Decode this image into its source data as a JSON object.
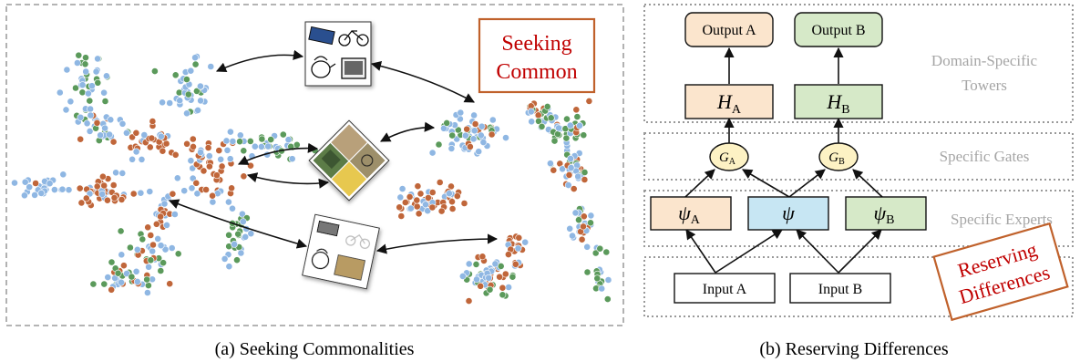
{
  "panel_a": {
    "stamp_line1": "Seeking",
    "stamp_line2": "Common",
    "caption": "(a)  Seeking Commonalities"
  },
  "panel_b": {
    "output_a": "Output A",
    "output_b": "Output B",
    "tower_label_line1": "Domain-Specific",
    "tower_label_line2": "Towers",
    "gates_label": "Specific Gates",
    "experts_label": "Specific Experts",
    "input_a": "Input A",
    "input_b": "Input B",
    "stamp_line1": "Reserving",
    "stamp_line2": "Differences",
    "caption": "(b)  Reserving Differences",
    "math": {
      "h": "H",
      "g": "G",
      "psi": "ψ",
      "sub_a": "A",
      "sub_b": "B"
    }
  },
  "colors": {
    "orange_box": "#fbe5cd",
    "green_box": "#d6e9c8",
    "blue_box": "#c7e6f3",
    "gate_fill": "#fdf2c4",
    "stamp": "#c0612b",
    "label_gray": "#a6a6a6",
    "dot_blue": "#8fb7e3",
    "dot_orange": "#c0663a",
    "dot_green": "#5b9a5b"
  }
}
